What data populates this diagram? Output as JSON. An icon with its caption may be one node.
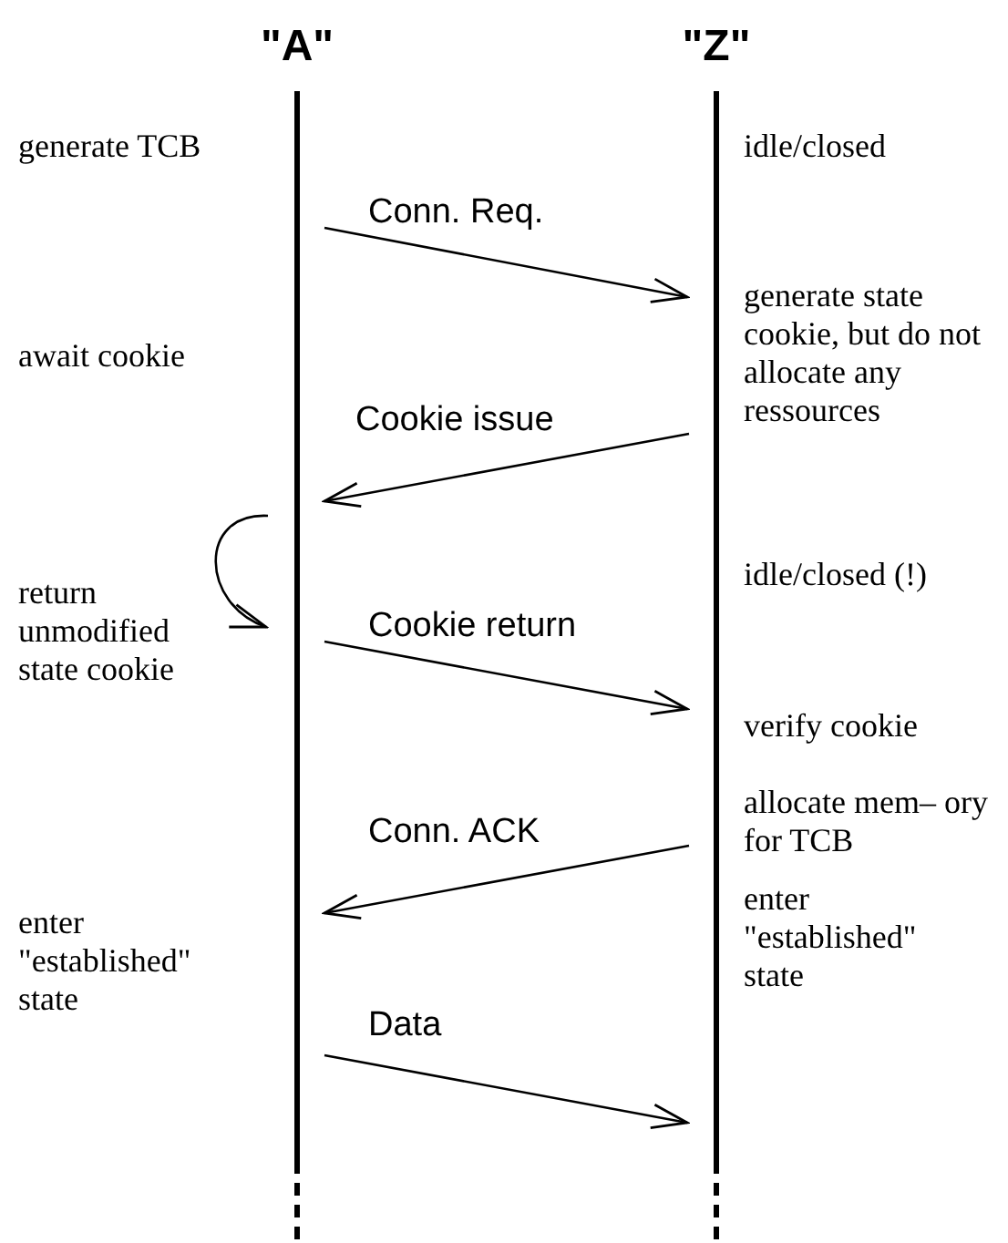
{
  "diagram": {
    "nodes": [
      {
        "text": [
          "\"A\""
        ],
        "beside": [
          "generate TCB",
          "await cookie",
          "return unmodified state cookie",
          "enter \"established\" state"
        ]
      },
      {
        "text": [
          "\"Z\""
        ],
        "beside": [
          "idle/closed",
          "generate state cookie, but do not allocate any ressources",
          "idle/closed (!)",
          "verify cookie",
          "allocate mem– ory for TCB",
          "enter \"established\" state"
        ]
      }
    ],
    "edges": [
      {
        "from": 0,
        "to": 1,
        "arrow": "to",
        "label": "Conn. Req."
      },
      {
        "from": 1,
        "to": 0,
        "arrow": "to",
        "label": "Cookie issue"
      },
      {
        "from": 0,
        "to": 1,
        "arrow": "to",
        "label": "Cookie return"
      },
      {
        "from": 1,
        "to": 0,
        "arrow": "to",
        "label": "Conn. ACK"
      },
      {
        "from": 0,
        "to": 1,
        "arrow": "to",
        "label": "Data"
      },
      {
        "from": null,
        "to": 0,
        "arrow": "to"
      }
    ]
  }
}
